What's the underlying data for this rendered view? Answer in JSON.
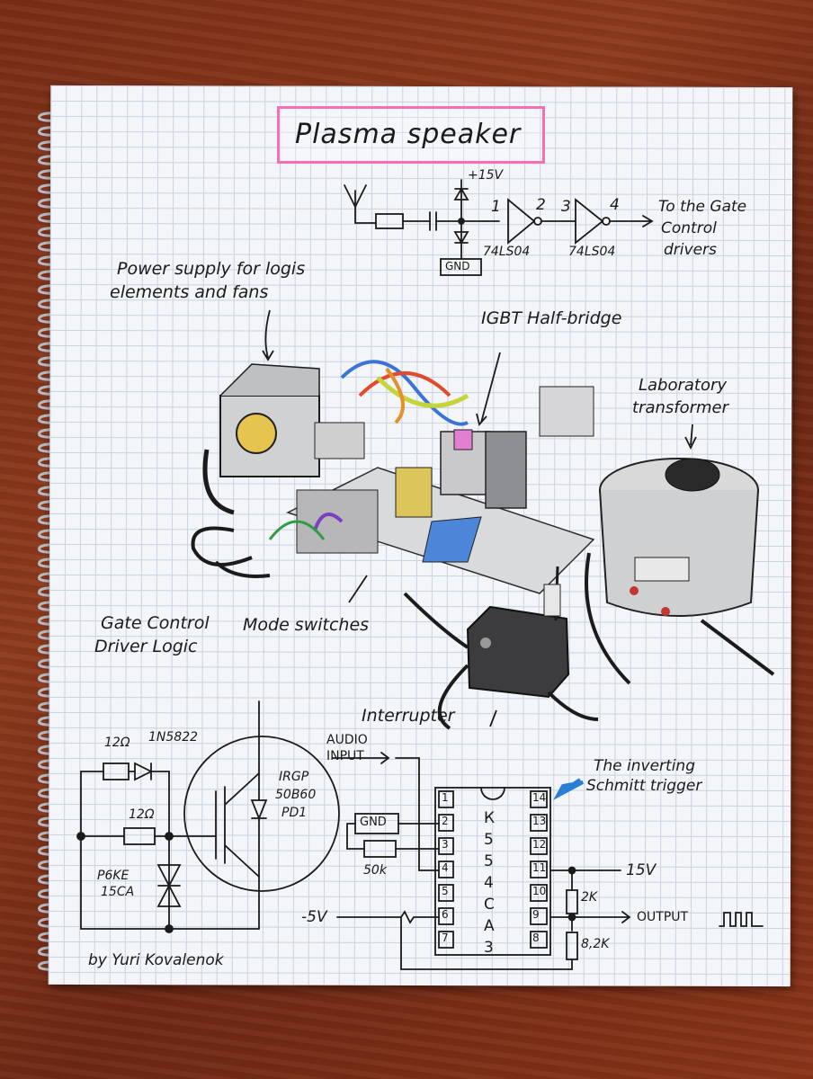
{
  "title": "Plasma speaker",
  "signal_chain": {
    "supply": "+15V",
    "gnd": "GND",
    "pins": [
      "1",
      "2",
      "3",
      "4"
    ],
    "ic": "74LS04",
    "output_label": [
      "To the Gate",
      "Control",
      "drivers"
    ]
  },
  "annotations": {
    "power_supply": [
      "Power supply for logis",
      "elements and fans"
    ],
    "igbt": "IGBT Half-bridge",
    "lab_transformer": [
      "Laboratory",
      "transformer"
    ],
    "gate_logic": [
      "Gate Control",
      "Driver Logic"
    ],
    "mode_switches": "Mode switches",
    "interrupter": "Interrupter"
  },
  "gate_circuit": {
    "r1": "12Ω",
    "diode": "1N5822",
    "r2": "12Ω",
    "tvs": [
      "P6KE",
      "15CA"
    ],
    "igbt": [
      "IRGP",
      "50B60",
      "PD1"
    ]
  },
  "schmitt": {
    "audio_input": [
      "AUDIO",
      "INPUT"
    ],
    "caption": [
      "The inverting",
      "Schmitt trigger"
    ],
    "gnd": "GND",
    "r_in": "50k",
    "chip_letters": [
      "К",
      "5",
      "5",
      "4",
      "С",
      "А",
      "3"
    ],
    "left_pins": [
      "1",
      "2",
      "3",
      "4",
      "5",
      "6",
      "7"
    ],
    "right_pins": [
      "14",
      "13",
      "12",
      "11",
      "10",
      "9",
      "8"
    ],
    "neg_supply": "-5V",
    "pos_supply": "15V",
    "r_top": "2K",
    "r_bottom": "8,2K",
    "output": "OUTPUT"
  },
  "author": "by Yuri Kovalenok",
  "colors": {
    "title_box": "#f46fb4",
    "arrow": "#2a7fd4"
  }
}
